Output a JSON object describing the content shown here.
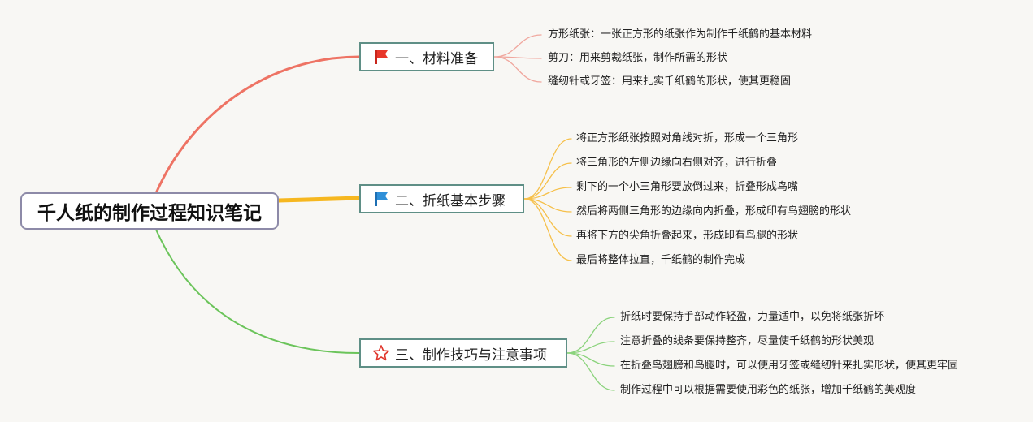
{
  "root": {
    "title": "千人纸的制作过程知识笔记"
  },
  "colors": {
    "branch1": "#ee7364",
    "branch2": "#f6b71f",
    "branch3": "#6bc45a",
    "leaf1": "#f0a79e",
    "leaf2": "#f6c04a",
    "leaf3": "#8bd37c"
  },
  "branches": [
    {
      "label": "一、材料准备",
      "icon": "red-flag-icon",
      "items": [
        "方形纸张：一张正方形的纸张作为制作千纸鹤的基本材料",
        "剪刀：用来剪裁纸张，制作所需的形状",
        "缝纫针或牙签：用来扎实千纸鹤的形状，使其更稳固"
      ]
    },
    {
      "label": "二、折纸基本步骤",
      "icon": "blue-flag-icon",
      "items": [
        "将正方形纸张按照对角线对折，形成一个三角形",
        "将三角形的左侧边缘向右侧对齐，进行折叠",
        "剩下的一个小三角形要放倒过来，折叠形成鸟嘴",
        "然后将两侧三角形的边缘向内折叠，形成印有鸟翅膀的形状",
        "再将下方的尖角折叠起来，形成印有鸟腿的形状",
        "最后将整体拉直，千纸鹤的制作完成"
      ]
    },
    {
      "label": "三、制作技巧与注意事项",
      "icon": "star-icon",
      "items": [
        "折纸时要保持手部动作轻盈，力量适中，以免将纸张折坏",
        "注意折叠的线条要保持整齐，尽量使千纸鹤的形状美观",
        "在折叠鸟翅膀和鸟腿时，可以使用牙签或缝纫针来扎实形状，使其更牢固",
        "制作过程中可以根据需要使用彩色的纸张，增加千纸鹤的美观度"
      ]
    }
  ]
}
